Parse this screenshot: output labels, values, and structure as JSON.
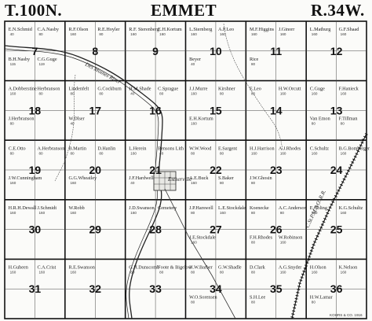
{
  "map": {
    "township": "T.100N.",
    "name": "EMMET",
    "range": "R.34W.",
    "river_label": "Des Moines River",
    "railroad_label": "C.St.P.M.&O. R.R.",
    "town_label": "Estherville",
    "credit": "KOHRS & CO. 1916"
  },
  "sections": [
    {
      "num": "7",
      "row": 0,
      "col": 0,
      "owners": [
        {
          "name": "E.N.Schmid",
          "acres": "40"
        },
        {
          "name": "C.A.Nasby",
          "acres": "80"
        },
        {
          "name": "B.H.Nasby",
          "acres": "115"
        },
        {
          "name": "C.G.Guge",
          "acres": "119"
        }
      ]
    },
    {
      "num": "8",
      "row": 0,
      "col": 1,
      "owners": [
        {
          "name": "R.F.Olson",
          "acres": "160"
        },
        {
          "name": "R.E.Hoyler",
          "acres": "80"
        }
      ]
    },
    {
      "num": "9",
      "row": 0,
      "col": 2,
      "owners": [
        {
          "name": "R.F. Sterenberg",
          "acres": "160"
        },
        {
          "name": "E.H.Kortum",
          "acres": "160"
        }
      ]
    },
    {
      "num": "10",
      "row": 0,
      "col": 3,
      "owners": [
        {
          "name": "L.Sternberg",
          "acres": "160"
        },
        {
          "name": "A.F.Leo",
          "acres": "160"
        },
        {
          "name": "Beyer",
          "acres": "40"
        }
      ]
    },
    {
      "num": "11",
      "row": 0,
      "col": 4,
      "owners": [
        {
          "name": "M.F.Higgins",
          "acres": "160"
        },
        {
          "name": "J.Ginorr",
          "acres": "160"
        },
        {
          "name": "Rice",
          "acres": "80"
        }
      ]
    },
    {
      "num": "12",
      "row": 0,
      "col": 5,
      "owners": [
        {
          "name": "L.Mathurg",
          "acres": "160"
        },
        {
          "name": "G.F.Shaad",
          "acres": "160"
        }
      ]
    },
    {
      "num": "18",
      "row": 1,
      "col": 0,
      "owners": [
        {
          "name": "A.Dobberstine",
          "acres": "160"
        },
        {
          "name": "Herbranson",
          "acres": "80"
        },
        {
          "name": "J.Herbranson",
          "acres": "80"
        }
      ]
    },
    {
      "num": "17",
      "row": 1,
      "col": 1,
      "owners": [
        {
          "name": "Lindenfelt",
          "acres": "80"
        },
        {
          "name": "G.Cockburn",
          "acres": "80"
        },
        {
          "name": "W.Dlser",
          "acres": "40"
        }
      ]
    },
    {
      "num": "16",
      "row": 1,
      "col": 2,
      "owners": [
        {
          "name": "H.M.Shade",
          "acres": "40"
        },
        {
          "name": "C.Sprague",
          "acres": "80"
        }
      ]
    },
    {
      "num": "15",
      "row": 1,
      "col": 3,
      "owners": [
        {
          "name": "J.J.Murre",
          "acres": "160"
        },
        {
          "name": "Kirshner",
          "acres": "80"
        },
        {
          "name": "E.H.Kortum",
          "acres": "160"
        }
      ]
    },
    {
      "num": "14",
      "row": 1,
      "col": 4,
      "owners": [
        {
          "name": "E.Leo",
          "acres": "80"
        },
        {
          "name": "H.W.Orcutt",
          "acres": "160"
        }
      ]
    },
    {
      "num": "13",
      "row": 1,
      "col": 5,
      "owners": [
        {
          "name": "C.Guge",
          "acres": "160"
        },
        {
          "name": "F.Hanieck",
          "acres": "160"
        },
        {
          "name": "Van Emon",
          "acres": "80"
        },
        {
          "name": "F.Tillman",
          "acres": "80"
        }
      ]
    },
    {
      "num": "19",
      "row": 2,
      "col": 0,
      "owners": [
        {
          "name": "C.E.Otto",
          "acres": "80"
        },
        {
          "name": "A.Herbranson",
          "acres": "80"
        },
        {
          "name": "J.W.Cunningham",
          "acres": "160"
        }
      ]
    },
    {
      "num": "20",
      "row": 2,
      "col": 1,
      "owners": [
        {
          "name": "B.Martin",
          "acres": "80"
        },
        {
          "name": "D.Hanlin",
          "acres": "80"
        },
        {
          "name": "G.G.Wheatley",
          "acres": "160"
        }
      ]
    },
    {
      "num": "21",
      "row": 2,
      "col": 2,
      "owners": [
        {
          "name": "L.Herein",
          "acres": "160"
        },
        {
          "name": "Bensons Lith",
          "acres": "40"
        },
        {
          "name": "J.F.Hardwell",
          "acres": "40"
        }
      ]
    },
    {
      "num": "22",
      "row": 2,
      "col": 3,
      "owners": [
        {
          "name": "W.W.Wood",
          "acres": "80"
        },
        {
          "name": "E.Sargent",
          "acres": "80"
        },
        {
          "name": "A.E.Buck",
          "acres": "160"
        },
        {
          "name": "S.Baker",
          "acres": "80"
        }
      ]
    },
    {
      "num": "23",
      "row": 2,
      "col": 4,
      "owners": [
        {
          "name": "H.J.Harrison",
          "acres": "160"
        },
        {
          "name": "A.J.Rhodes",
          "acres": "160"
        },
        {
          "name": "J.W.Ghosin",
          "acres": "80"
        }
      ]
    },
    {
      "num": "24",
      "row": 2,
      "col": 5,
      "owners": [
        {
          "name": "C.Schultz",
          "acres": "160"
        },
        {
          "name": "B.G.Bomberger",
          "acres": "160"
        }
      ]
    },
    {
      "num": "30",
      "row": 3,
      "col": 0,
      "owners": [
        {
          "name": "H.R.H.Dewall",
          "acres": "160"
        },
        {
          "name": "J.Schmidt",
          "acres": "160"
        }
      ]
    },
    {
      "num": "29",
      "row": 3,
      "col": 1,
      "owners": [
        {
          "name": "W.Robb",
          "acres": "160"
        }
      ]
    },
    {
      "num": "28",
      "row": 3,
      "col": 2,
      "owners": [
        {
          "name": "J.D.Swanson",
          "acres": "160"
        },
        {
          "name": "Cemetery",
          "acres": ""
        }
      ]
    },
    {
      "num": "27",
      "row": 3,
      "col": 3,
      "owners": [
        {
          "name": "J.P.Harswell",
          "acres": "80"
        },
        {
          "name": "L.E.Stockdale",
          "acres": "160"
        },
        {
          "name": "J.E.Stockdale",
          "acres": "160"
        }
      ]
    },
    {
      "num": "26",
      "row": 3,
      "col": 4,
      "owners": [
        {
          "name": "Koenecke",
          "acres": "80"
        },
        {
          "name": "A.C.Anderson",
          "acres": "80"
        },
        {
          "name": "F.H.Rhodes",
          "acres": "80"
        },
        {
          "name": "W.Robinson",
          "acres": "160"
        }
      ]
    },
    {
      "num": "25",
      "row": 3,
      "col": 5,
      "owners": [
        {
          "name": "E.Coling",
          "acres": "160"
        },
        {
          "name": "K.G.Schultz",
          "acres": "160"
        }
      ]
    },
    {
      "num": "31",
      "row": 4,
      "col": 0,
      "owners": [
        {
          "name": "H.Guheen",
          "acres": "160"
        },
        {
          "name": "C.A.Crist",
          "acres": "160"
        }
      ]
    },
    {
      "num": "32",
      "row": 4,
      "col": 1,
      "owners": [
        {
          "name": "R.E.Swanson",
          "acres": "160"
        }
      ]
    },
    {
      "num": "33",
      "row": 4,
      "col": 2,
      "owners": [
        {
          "name": "G.H.Dunscomb",
          "acres": "80"
        },
        {
          "name": "Foote & Bigelow",
          "acres": "80"
        }
      ]
    },
    {
      "num": "34",
      "row": 4,
      "col": 3,
      "owners": [
        {
          "name": "H.W.Barber",
          "acres": "80"
        },
        {
          "name": "G.W.Shadle",
          "acres": "80"
        },
        {
          "name": "W.O.Sorensen",
          "acres": "80"
        }
      ]
    },
    {
      "num": "35",
      "row": 4,
      "col": 4,
      "owners": [
        {
          "name": "D.Clark",
          "acres": "80"
        },
        {
          "name": "A.G.Snyder",
          "acres": "160"
        },
        {
          "name": "S.H.Lee",
          "acres": "80"
        }
      ]
    },
    {
      "num": "36",
      "row": 4,
      "col": 5,
      "owners": [
        {
          "name": "H.Olson",
          "acres": "160"
        },
        {
          "name": "K.Nelson",
          "acres": "160"
        },
        {
          "name": "H.W.Lamar",
          "acres": "80"
        }
      ]
    }
  ]
}
